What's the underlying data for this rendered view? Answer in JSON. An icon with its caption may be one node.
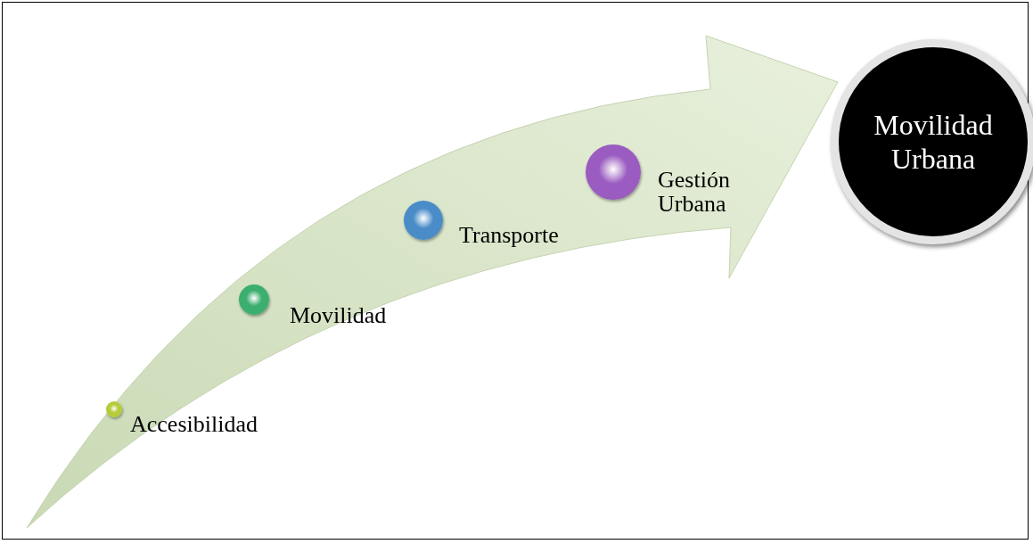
{
  "diagram": {
    "nodes": [
      {
        "text": [],
        "shape": "circle",
        "beside": [
          "Accesibilidad"
        ]
      },
      {
        "text": [],
        "shape": "circle",
        "beside": [
          "Movilidad"
        ]
      },
      {
        "text": [],
        "shape": "circle",
        "beside": [
          "Transporte"
        ]
      },
      {
        "text": [],
        "shape": "circle",
        "beside": [
          "Gestión Urbana"
        ]
      },
      {
        "text": [
          "Movilidad Urbana"
        ]
      }
    ]
  }
}
